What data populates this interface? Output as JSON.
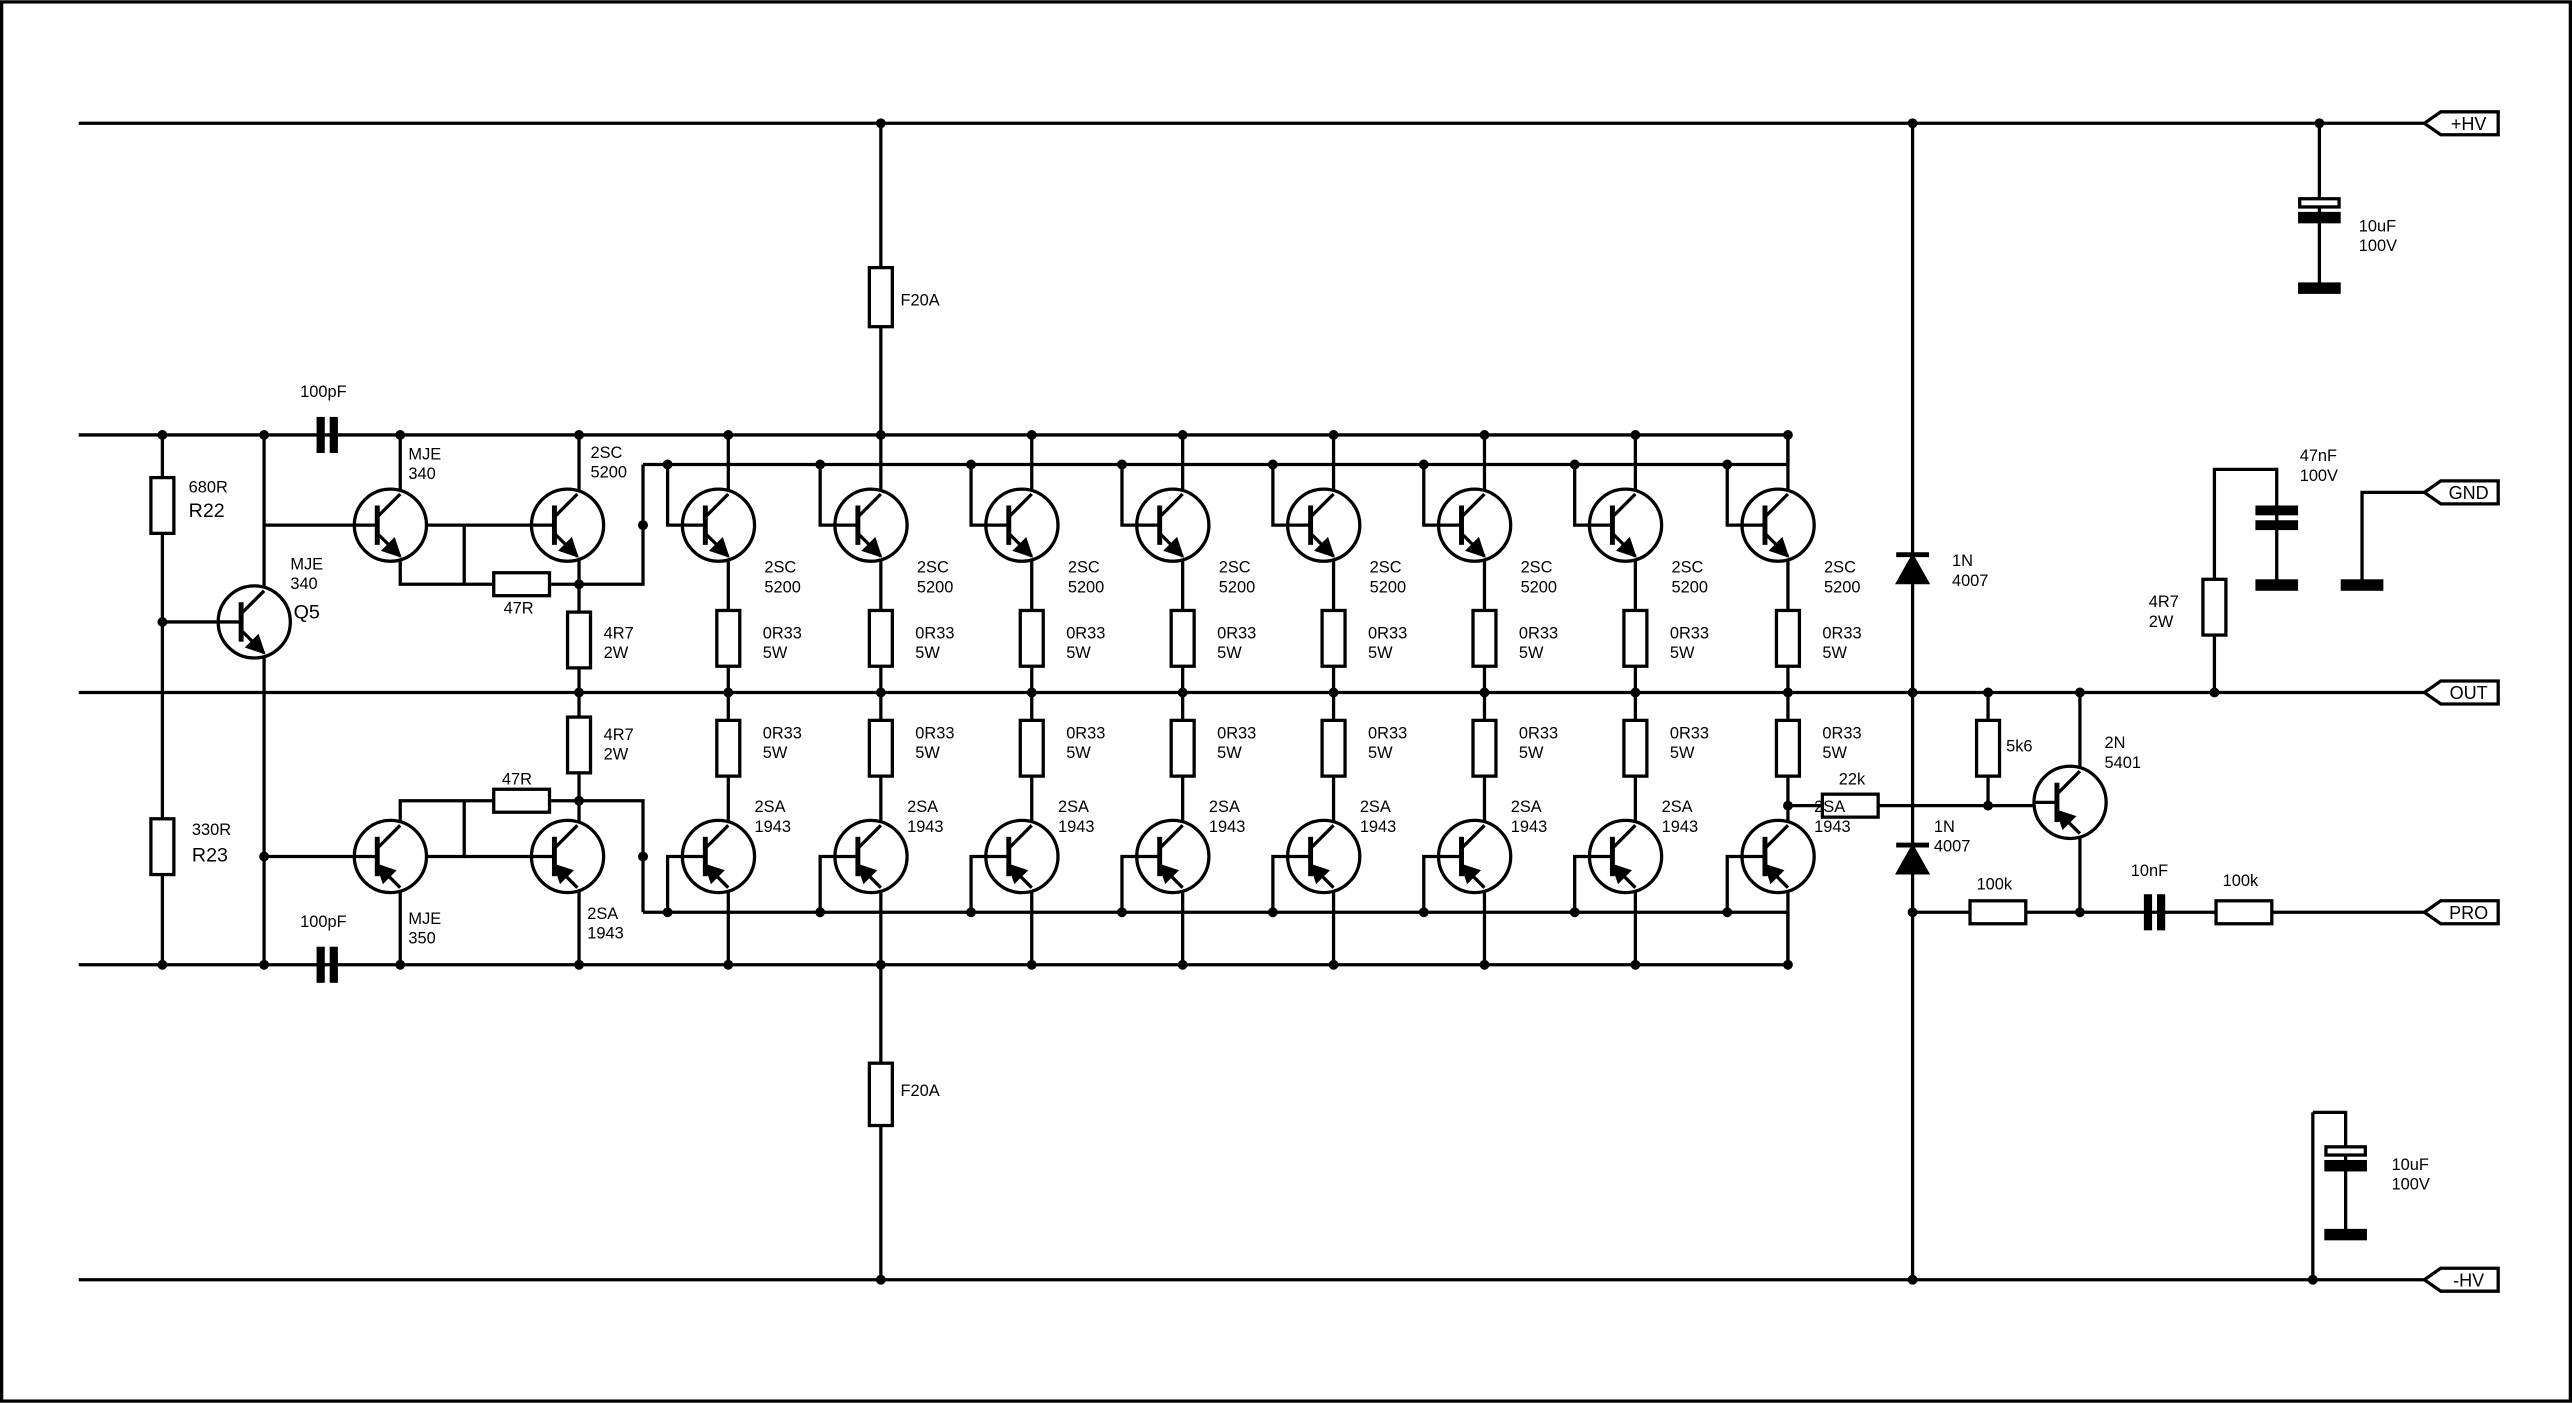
{
  "ports": {
    "hv_pos": "+HV",
    "gnd": "GND",
    "out": "OUT",
    "pro": "PRO",
    "hv_neg": "-HV"
  },
  "fuses": {
    "top": "F20A",
    "bottom": "F20A"
  },
  "bias": {
    "r_top": {
      "value": "680R",
      "ref": "R22"
    },
    "r_bot": {
      "value": "330R",
      "ref": "R23"
    },
    "q5": {
      "line1": "MJE",
      "line2": "340",
      "ref": "Q5"
    }
  },
  "caps": {
    "top_miller": "100pF",
    "bot_miller": "100pF"
  },
  "drivers": {
    "pre_top": {
      "line1": "MJE",
      "line2": "340"
    },
    "pre_bot": {
      "line1": "MJE",
      "line2": "350"
    },
    "drv_top": {
      "line1": "2SC",
      "line2": "5200"
    },
    "drv_bot": {
      "line1": "2SA",
      "line2": "1943"
    },
    "r47_top": "47R",
    "r47_bot": "47R",
    "r4r7_top": {
      "line1": "4R7",
      "line2": "2W"
    },
    "r4r7_bot": {
      "line1": "4R7",
      "line2": "2W"
    }
  },
  "output_stage": {
    "npn": {
      "line1": "2SC",
      "line2": "5200"
    },
    "pnp": {
      "line1": "2SA",
      "line2": "1943"
    },
    "emitter_r": {
      "line1": "0R33",
      "line2": "5W"
    }
  },
  "protection": {
    "diode_top": {
      "line1": "1N",
      "line2": "4007"
    },
    "diode_bot": {
      "line1": "1N",
      "line2": "4007"
    },
    "r22k": "22k",
    "r5k6": "5k6",
    "q_prot": {
      "line1": "2N",
      "line2": "5401"
    },
    "r100k_a": "100k",
    "c10n": "10nF",
    "r100k_b": "100k"
  },
  "supply": {
    "c_top": {
      "line1": "10uF",
      "line2": "100V"
    },
    "c_bot": {
      "line1": "10uF",
      "line2": "100V"
    },
    "c_zobel": {
      "line1": "47nF",
      "line2": "100V"
    },
    "r_zobel": {
      "line1": "4R7",
      "line2": "2W"
    }
  }
}
